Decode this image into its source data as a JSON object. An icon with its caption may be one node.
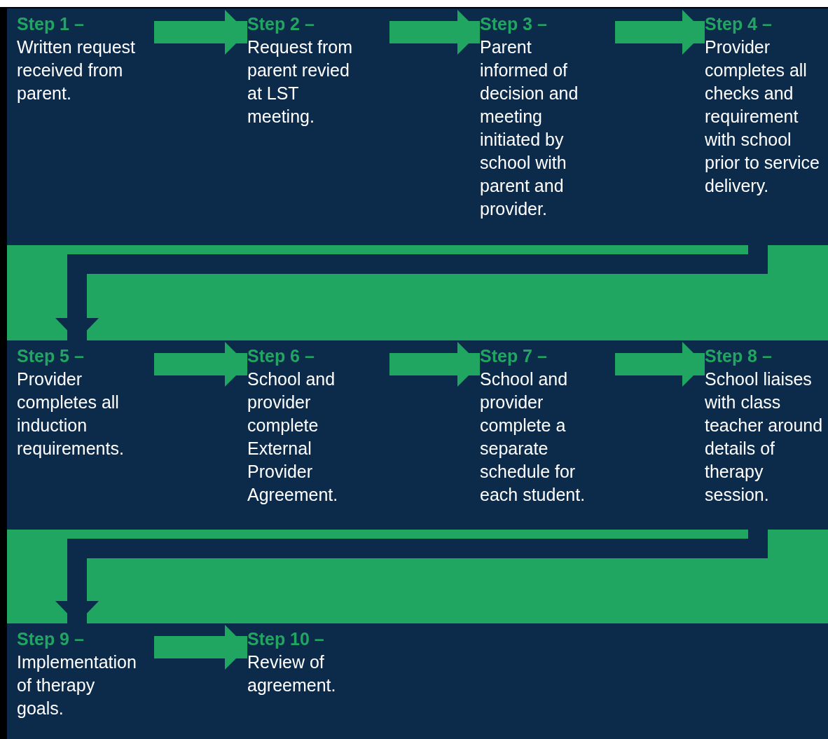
{
  "diagram": {
    "nodes": [
      {
        "text": [
          "Step 1 –",
          "Written request received from parent."
        ]
      },
      {
        "text": [
          "Step 2 –",
          "Request from parent revied at LST meeting."
        ]
      },
      {
        "text": [
          "Step 3 –",
          "Parent informed of decision and meeting initiated by school with parent and provider."
        ]
      },
      {
        "text": [
          "Step 4 –",
          "Provider completes all checks and requirement with school prior to service delivery."
        ]
      },
      {
        "text": [
          "Step 5 –",
          "Provider completes all induction requirements."
        ]
      },
      {
        "text": [
          "Step 6 –",
          "School and provider complete External Provider Agreement."
        ]
      },
      {
        "text": [
          "Step 7 –",
          "School and provider complete a separate schedule for each student."
        ]
      },
      {
        "text": [
          "Step 8 –",
          "School liaises with class teacher around details of therapy session."
        ]
      },
      {
        "text": [
          "Step 9 –",
          "Implementation of therapy goals."
        ]
      },
      {
        "text": [
          "Step 10 –",
          "Review of agreement."
        ]
      }
    ],
    "edges": [
      {
        "from": 0,
        "to": 1,
        "arrow": "to"
      },
      {
        "from": 1,
        "to": 2,
        "arrow": "to"
      },
      {
        "from": 2,
        "to": 3,
        "arrow": "to"
      },
      {
        "from": 3,
        "to": 4,
        "arrow": "to",
        "color": "#0c2a4a"
      },
      {
        "from": 4,
        "to": 5,
        "arrow": "to"
      },
      {
        "from": 5,
        "to": 6,
        "arrow": "to"
      },
      {
        "from": 6,
        "to": 7,
        "arrow": "to"
      },
      {
        "from": 7,
        "to": 8,
        "arrow": "to",
        "color": "#0c2a4a"
      },
      {
        "from": 8,
        "to": 9,
        "arrow": "to"
      }
    ]
  }
}
